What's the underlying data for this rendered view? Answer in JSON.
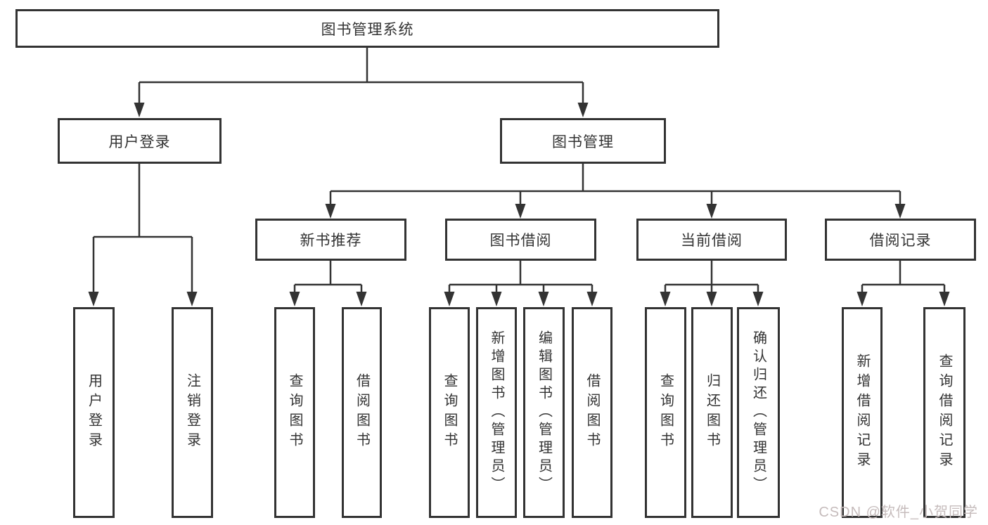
{
  "diagram": {
    "title": "图书管理系统",
    "root": {
      "label": "图书管理系统"
    },
    "level2": [
      {
        "id": "user-login",
        "label": "用户登录"
      },
      {
        "id": "book-management",
        "label": "图书管理"
      }
    ],
    "level3": [
      {
        "id": "new-book-recommend",
        "label": "新书推荐",
        "parent": "book-management"
      },
      {
        "id": "book-borrowing",
        "label": "图书借阅",
        "parent": "book-management"
      },
      {
        "id": "current-borrowing",
        "label": "当前借阅",
        "parent": "book-management"
      },
      {
        "id": "borrowing-records",
        "label": "借阅记录",
        "parent": "book-management"
      }
    ],
    "leaves": [
      {
        "id": "leaf-user-login",
        "label": "用户登录",
        "parent": "user-login"
      },
      {
        "id": "leaf-logout",
        "label": "注销登录",
        "parent": "user-login"
      },
      {
        "id": "leaf-query-books-1",
        "label": "查询图书",
        "parent": "new-book-recommend"
      },
      {
        "id": "leaf-borrow-books-1",
        "label": "借阅图书",
        "parent": "new-book-recommend"
      },
      {
        "id": "leaf-query-books-2",
        "label": "查询图书",
        "parent": "book-borrowing"
      },
      {
        "id": "leaf-add-books",
        "label": "新增图书（管理员）",
        "parent": "book-borrowing"
      },
      {
        "id": "leaf-edit-books",
        "label": "编辑图书（管理员）",
        "parent": "book-borrowing"
      },
      {
        "id": "leaf-borrow-books-2",
        "label": "借阅图书",
        "parent": "book-borrowing"
      },
      {
        "id": "leaf-query-books-3",
        "label": "查询图书",
        "parent": "current-borrowing"
      },
      {
        "id": "leaf-return-books",
        "label": "归还图书",
        "parent": "current-borrowing"
      },
      {
        "id": "leaf-confirm-return",
        "label": "确认归还（管理员）",
        "parent": "current-borrowing"
      },
      {
        "id": "leaf-add-borrow-record",
        "label": "新增借阅记录",
        "parent": "borrowing-records"
      },
      {
        "id": "leaf-query-borrow-record",
        "label": "查询借阅记录",
        "parent": "borrowing-records"
      }
    ],
    "watermark": "CSDN @软件_小贺同学",
    "colors": {
      "line": "#333333",
      "text": "#333333",
      "box_background": "#ffffff",
      "watermark": "#c6bcbc",
      "page_background": "#ffffff"
    }
  }
}
